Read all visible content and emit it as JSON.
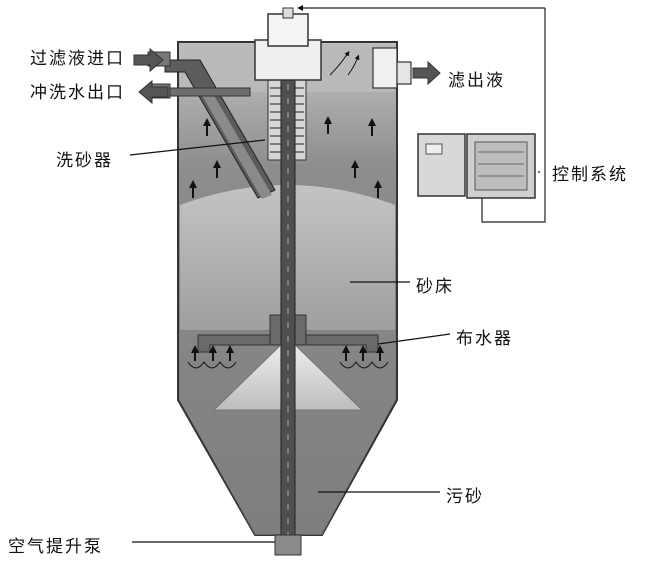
{
  "labels": {
    "inlet": "过滤液进口",
    "wash_outlet": "冲洗水出口",
    "sand_washer": "洗砂器",
    "filtrate_out": "滤出液",
    "control_system": "控制系统",
    "sand_bed": "砂床",
    "distributor": "布水器",
    "dirty_sand": "污砂",
    "air_lift_pump": "空气提升泵"
  },
  "colors": {
    "tank_dark": "#6f6f6f",
    "tank_mid": "#9a9a9a",
    "sand_light": "#c9c9c9",
    "water": "#b9b9b9",
    "pipe": "#5a5a5a",
    "line": "#222222"
  },
  "icons": [
    "arrow-right-icon",
    "arrow-left-icon",
    "arrow-up-icon",
    "control-panel-icon"
  ]
}
